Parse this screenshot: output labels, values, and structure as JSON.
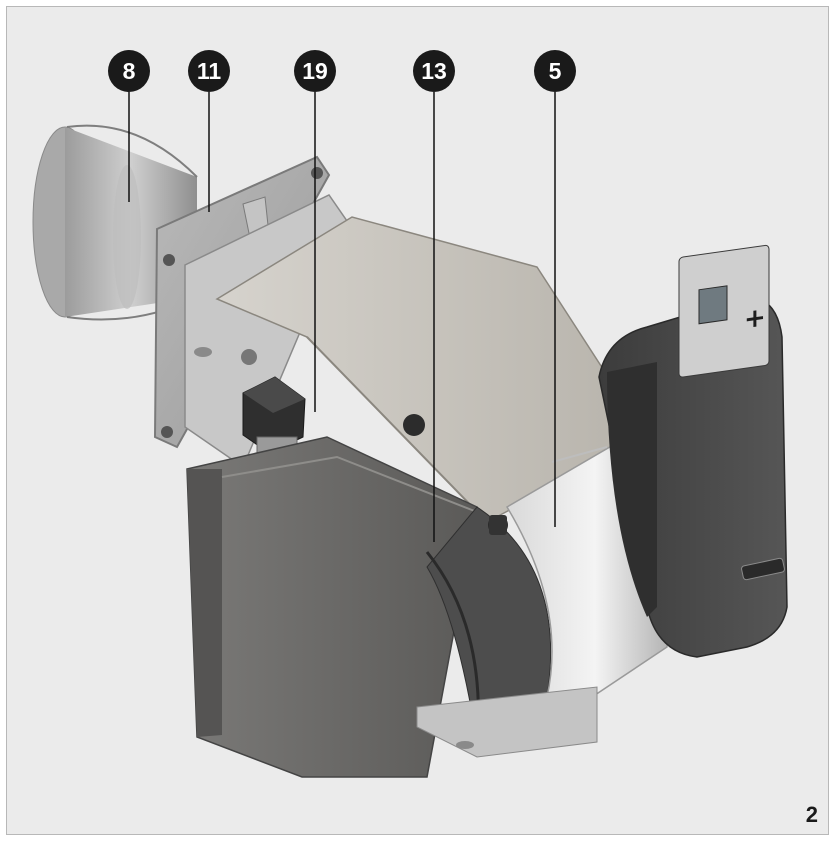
{
  "figure": {
    "number": "2",
    "callouts": [
      "8",
      "11",
      "19",
      "13",
      "5"
    ],
    "colors": {
      "background": "#ebebeb",
      "frame": "#b8b8b8",
      "callout_fill": "#1a1a1a",
      "callout_text": "#ffffff",
      "housing_light": "#cdcac4",
      "housing_dark": "#6b6a68",
      "control_box": "#4a4a4a"
    }
  }
}
